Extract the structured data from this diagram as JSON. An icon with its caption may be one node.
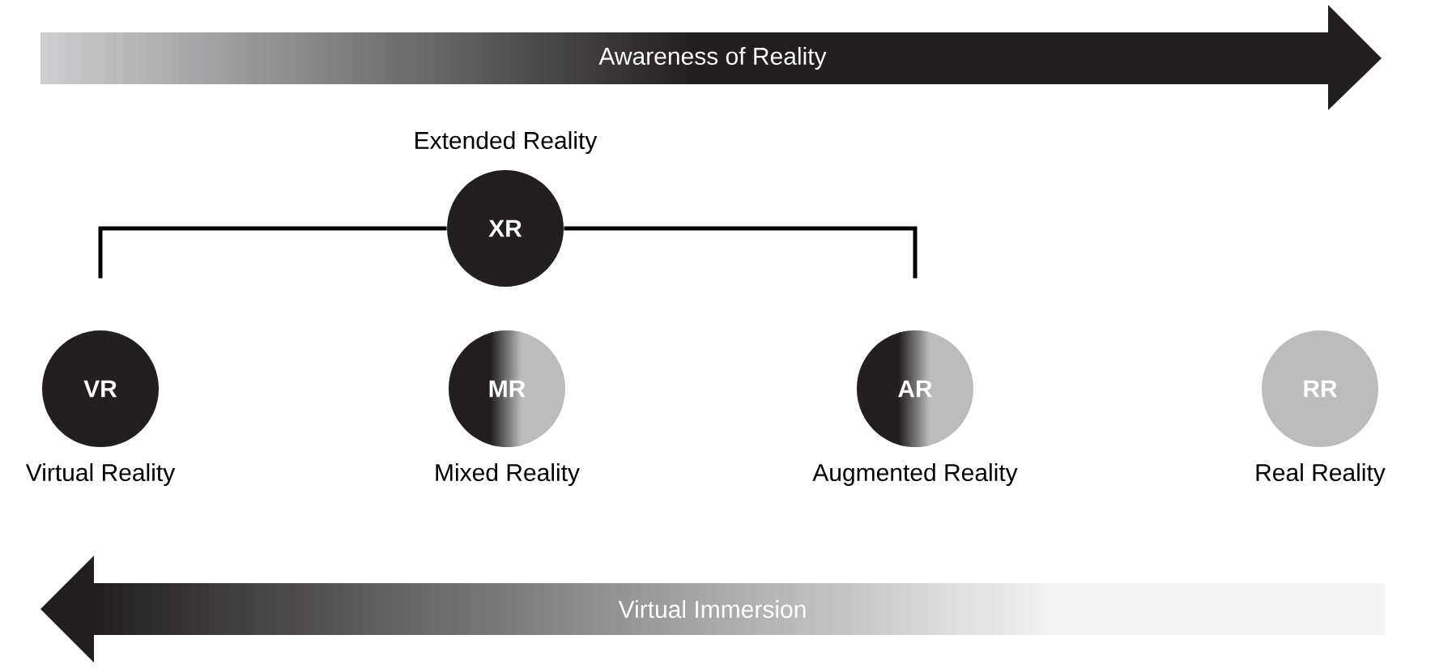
{
  "diagram": {
    "nodes": [
      {
        "text": [
          "Awareness of Reality"
        ]
      },
      {
        "text": [
          "XR"
        ],
        "beside": [
          "Extended Reality"
        ]
      },
      {
        "text": [
          "VR"
        ],
        "beside": [
          "Virtual Reality"
        ]
      },
      {
        "text": [
          "MR"
        ],
        "beside": [
          "Mixed Reality"
        ]
      },
      {
        "text": [
          "AR"
        ],
        "beside": [
          "Augmented Reality"
        ]
      },
      {
        "text": [
          "RR"
        ],
        "beside": [
          "Real Reality"
        ]
      },
      {
        "text": [
          "Virtual Immersion"
        ]
      }
    ],
    "edges": [
      {
        "from": 1,
        "to": 2,
        "arrow": "none"
      },
      {
        "from": 1,
        "to": 4,
        "arrow": "none"
      }
    ]
  }
}
